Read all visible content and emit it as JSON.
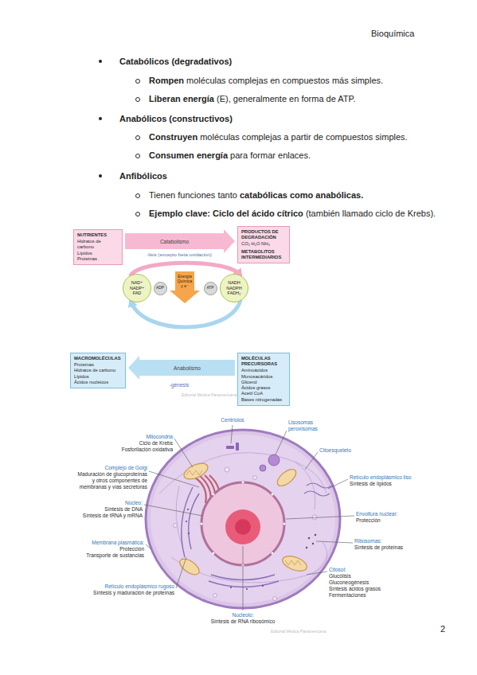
{
  "diagram": {
    "nodes": [
      {
        "text": [
          "NUTRIENTES",
          "Hidratos de carbono",
          "Lípidos",
          "Proteínas"
        ]
      },
      {
        "text": [
          "PRODUCTOS DE DEGRADACIÓN",
          "CO₂  H₂O  NH₃",
          "METABOLITOS INTERMEDIARIOS"
        ]
      },
      {
        "text": [
          "NAD⁺",
          "NADP⁺",
          "FAD"
        ]
      },
      {
        "text": [
          "ADP"
        ]
      },
      {
        "text": [
          "Energía Química y e⁻"
        ]
      },
      {
        "text": [
          "ATP"
        ]
      },
      {
        "text": [
          "NADH",
          "NADPH",
          "FADH₂"
        ]
      },
      {
        "text": [
          "MACROMOLÉCULAS",
          "Proteínas",
          "Hidratos de carbono",
          "Lípidos",
          "Ácidos nucleicos"
        ]
      },
      {
        "text": [
          "MOLÉCULAS PRECURSORAS",
          "Aminoácidos",
          "Monosacáridos",
          "Glicerol",
          "Ácidos grasos",
          "Acetil CoA",
          "Bases nitrogenadas"
        ]
      }
    ],
    "edges": [
      {
        "from": 0,
        "to": 1,
        "arrow": "to",
        "label": "Catabolismo"
      },
      {
        "from": 8,
        "to": 7,
        "arrow": "to",
        "label": "Anabolismo"
      },
      {
        "from": 2,
        "to": 6,
        "arrow": "to"
      },
      {
        "from": 6,
        "to": 2,
        "arrow": "to"
      }
    ],
    "labels": [
      "Bioquímica",
      "Catabólicos (degradativos)",
      "Rompen",
      "moléculas complejas en compuestos más simples.",
      "Liberan energía",
      "(E), generalmente en forma de ATP.",
      "Anabólicos (constructivos)",
      "Construyen",
      "moléculas complejas a partir de compuestos simples.",
      "Consumen energía",
      "para formar enlaces.",
      "Anfibólicos",
      "Tienen funciones tanto",
      "catabólicas como anabólicas.",
      "Ejemplo clave: Ciclo del ácido cítrico",
      "(también llamado ciclo de Krebs).",
      "-lisis (excepto beta oxidación)",
      "-génesis",
      "Editorial Médica Panamericana",
      "Centriolos",
      "Lisosomas peroxisomas",
      "Citoesqueleto",
      "Retículo endoplásmico liso",
      "Síntesis de lípidos",
      "Envoltura nuclear:",
      "Protección",
      "Ribosomas:",
      "Síntesis de proteínas",
      "Citosol:",
      "Glucólisis",
      "Gluconeogénesis",
      "Síntesis ácidos grasos",
      "Fermentaciones",
      "Nucleolo:",
      "Síntesis de RNA ribosómico",
      "Mitocondria",
      "Ciclo de Krebs",
      "Fosforilación oxidativa",
      "Complejo de Golgi",
      "Maduración de glucoproteínas y otros componentes de membranas y vías secretoras",
      "Núcleo:",
      "Síntesis de DNA",
      "Síntesis de tRNA y mRNA",
      "Membrana plasmática:",
      "Protección",
      "Transporte de sustancias",
      "Retículo endoplásmico rugoso",
      "Síntesis y maduración de proteínas",
      "Editorial Médica Panamericana",
      "2"
    ]
  }
}
